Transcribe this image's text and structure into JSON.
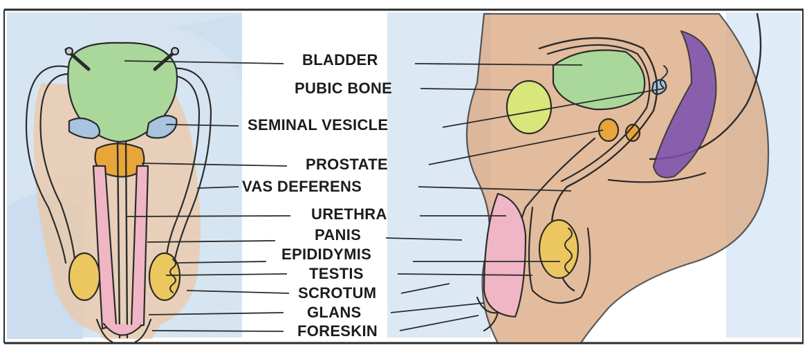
{
  "figure": {
    "labels": {
      "bladder": "BLADDER",
      "pubic_bone": "PUBIC BONE",
      "seminal_vesicle": "SEMINAL VESICLE",
      "prostate": "PROSTATE",
      "vas_deferens": "VAS  DEFERENS",
      "urethra": "URETHRA",
      "panis": "PANIS",
      "epididymis": "EPIDIDYMIS",
      "testis": "TESTIS",
      "scrotum": "SCROTUM",
      "glans": "GLANS",
      "foreskin": "FORESKIN"
    }
  },
  "colors": {
    "bladder_green": "#a9d89a",
    "pubic_bone_yellow": "#d9e67a",
    "prostate_orange": "#e8a53a",
    "penis_pink": "#f0b6c6",
    "testis_yellow": "#ecc760",
    "skin_tan": "#dcaa84",
    "rectum_purple": "#7a4fb0",
    "background_blue": "#c8dcee",
    "outline": "#2b2b2b"
  }
}
